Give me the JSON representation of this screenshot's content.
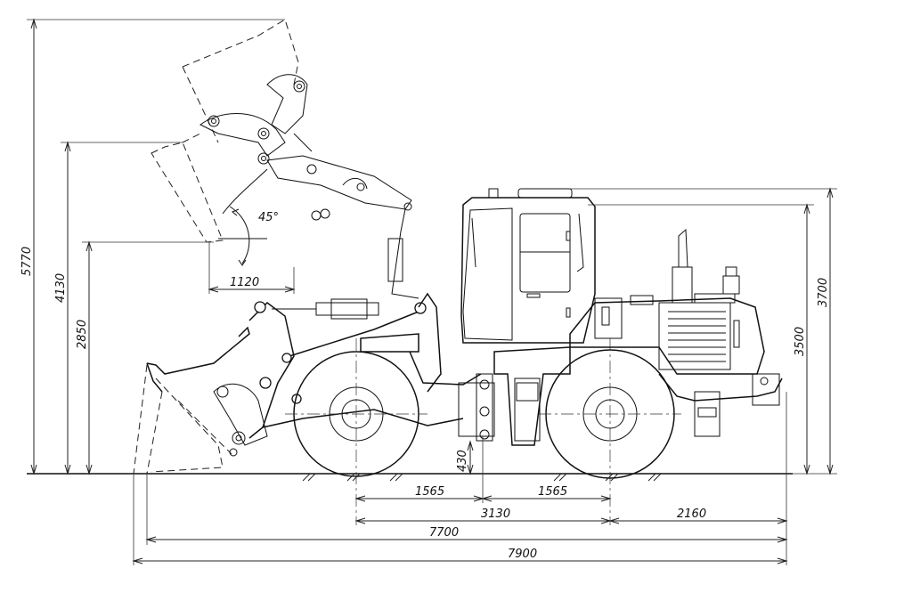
{
  "dimensions": {
    "max_height": "5770",
    "dump_height": "4130",
    "hinge_height": "2850",
    "dump_reach": "1120",
    "dump_angle": "45°",
    "clearance": "430",
    "front_half_base": "1565",
    "rear_half_base": "1565",
    "wheelbase": "3130",
    "rear_overhang": "2160",
    "length_body": "7700",
    "length_overall": "7900",
    "cab_height": "3500",
    "overall_height": "3700"
  },
  "colors": {
    "line": "#111111",
    "background": "#ffffff"
  }
}
